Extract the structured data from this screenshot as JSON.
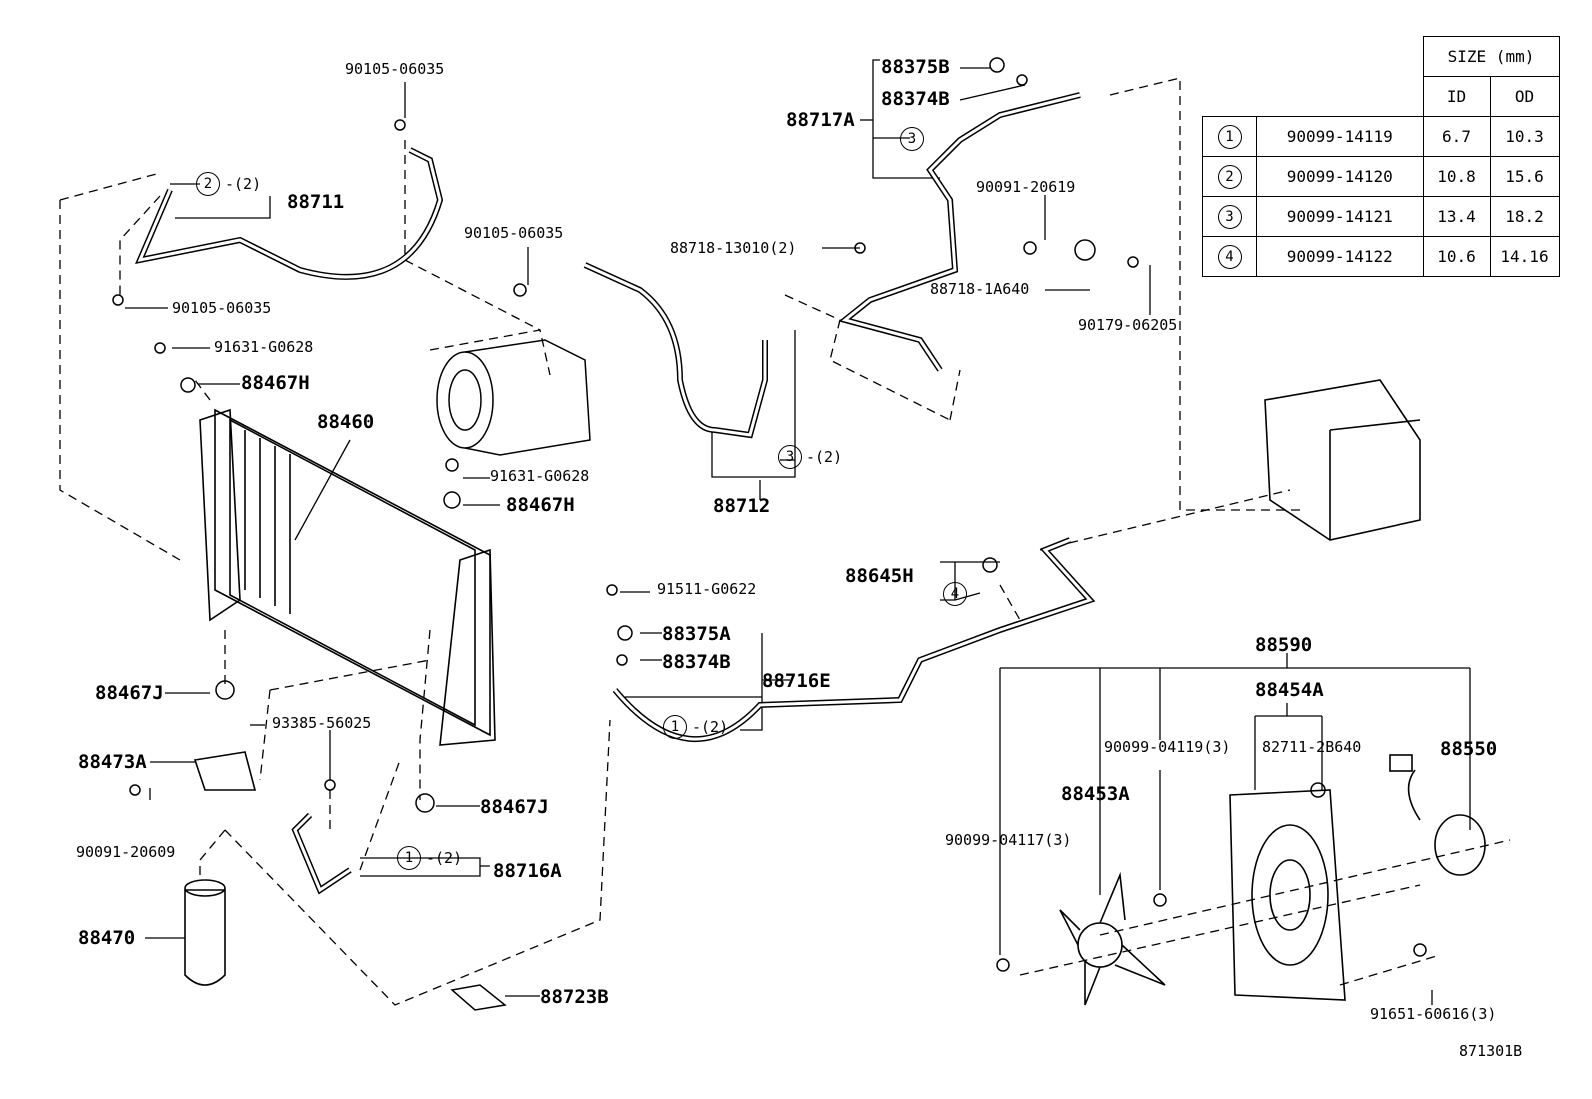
{
  "labels": {
    "p90105_06035_top": "90105-06035",
    "p88711": "88711",
    "p90105_06035_left": "90105-06035",
    "p90105_06035_mid": "90105-06035",
    "p91631_g0628_a": "91631-G0628",
    "p88467h_a": "88467H",
    "p88460": "88460",
    "p91631_g0628_b": "91631-G0628",
    "p88467h_b": "88467H",
    "p88712": "88712",
    "p88718_13010": "88718-13010(2)",
    "p88375b": "88375B",
    "p88374b": "88374B",
    "p88717a": "88717A",
    "p90091_20619": "90091-20619",
    "p88718_1a640": "88718-1A640",
    "p90179_06205": "90179-06205",
    "p88645h": "88645H",
    "p91511_g0622": "91511-G0622",
    "p88375a": "88375A",
    "p88374b_2": "88374B",
    "p88716e": "88716E",
    "p88467j_a": "88467J",
    "p88473a": "88473A",
    "p93385_56025": "93385-56025",
    "p88467j_b": "88467J",
    "p90091_20609": "90091-20609",
    "p88716a": "88716A",
    "p88470": "88470",
    "p88723b": "88723B",
    "p88590": "88590",
    "p88454a": "88454A",
    "p90099_04119": "90099-04119(3)",
    "p82711_2b640": "82711-2B640",
    "p88550": "88550",
    "p88453a": "88453A",
    "p90099_04117": "90099-04117(3)",
    "p91651_60616": "91651-60616(3)",
    "drawing_no": "871301B"
  },
  "callouts": {
    "c2_88711": {
      "num": "2",
      "qty": "-(2)"
    },
    "c3_88712": {
      "num": "3",
      "qty": "-(2)"
    },
    "c3_88717a": {
      "num": "3"
    },
    "c4_88645h": {
      "num": "4"
    },
    "c1_88716e": {
      "num": "1",
      "qty": "-(2)"
    },
    "c1_88716a": {
      "num": "1",
      "qty": "-(2)"
    }
  },
  "size_table": {
    "header": "SIZE (mm)",
    "col_id": "ID",
    "col_od": "OD",
    "rows": [
      {
        "ref": "1",
        "part": "90099-14119",
        "id": "6.7",
        "od": "10.3"
      },
      {
        "ref": "2",
        "part": "90099-14120",
        "id": "10.8",
        "od": "15.6"
      },
      {
        "ref": "3",
        "part": "90099-14121",
        "id": "13.4",
        "od": "18.2"
      },
      {
        "ref": "4",
        "part": "90099-14122",
        "id": "10.6",
        "od": "14.16"
      }
    ]
  }
}
